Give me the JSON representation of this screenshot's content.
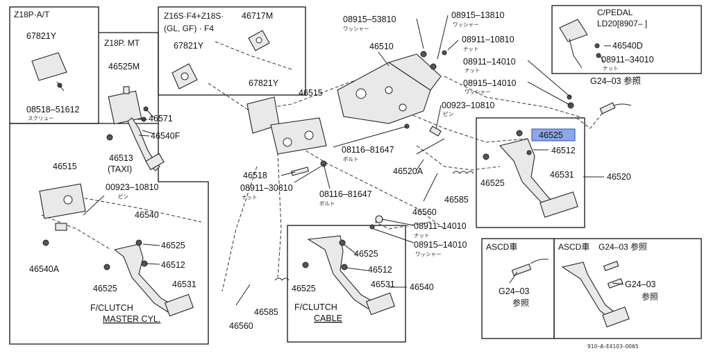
{
  "boxes": {
    "z18p_at": "Z18P·A/T",
    "z18p_mt": "Z18P. MT",
    "z16s_line1": "Z16S·F4+Z18S·",
    "z16s_line2": "(GL, GF) · F4",
    "c_pedal_line1": "C/PEDAL",
    "c_pedal_line2": "LD20[8907–    ]",
    "asc_a": "ASCD車",
    "asc_b": "ASCD車",
    "g24_ref_top": "G24–03 参照",
    "g24_ref_b": "G24–03 参照",
    "g24_a": "G24–03",
    "g24_a_ref": "参照",
    "g24_b2": "G24–03",
    "g24_b2_ref": "参照"
  },
  "parts": {
    "p67821y_at": "67821Y",
    "p08518": "08518–51612",
    "p08518_jp": "スクリュー",
    "p46525m": "46525M",
    "p46571": "46571",
    "p46540f": "46540F",
    "p46513": "46513",
    "p46513_taxi": "(TAXI)",
    "p46717m": "46717M",
    "p67821y_z16": "67821Y",
    "p67821y_mid": "67821Y",
    "p46515_mid": "46515",
    "p46515_left": "46515",
    "p00923_left": "00923–10810",
    "p00923_left_jp": "ピン",
    "p46540": "46540",
    "p46525_l1": "46525",
    "p46512_l": "46512",
    "p46525_l2": "46525",
    "p46531_l": "46531",
    "p46540a": "46540A",
    "f_clutch_l": "F/CLUTCH",
    "master_cyl": "MASTER CYL.",
    "p46518": "46518",
    "p08911_30810": "08911–30810",
    "p08911_30810_jp": "ナット",
    "p08116_a": "08116–81647",
    "p08116_a_jp": "ボルト",
    "p08116_b": "08116–81647",
    "p08116_b_jp": "ボルト",
    "p08915_53810": "08915–53810",
    "p08915_53810_jp": "ワッシャー",
    "p46510": "46510",
    "p08915_13810": "08915–13810",
    "p08915_13810_jp": "ワッシャー",
    "p08911_10810": "08911–10810",
    "p08911_10810_jp": "ナット",
    "p08911_14010_a": "08911–14010",
    "p08911_14010_a_jp": "ナット",
    "p08915_14010_a": "08915–14010",
    "p08915_14010_a_jp": "ワッシャー",
    "p00923_mid": "00923–10810",
    "p00923_mid_jp": "ピン",
    "p46520a": "46520A",
    "p46585_a": "46585",
    "p46560_a": "46560",
    "p08911_14010_b": "08911–14010",
    "p08911_14010_b_jp": "ナット",
    "p08915_14010_b": "08915–14010",
    "p08915_14010_b_jp": "ワッシャー",
    "p46525_hl": "46525",
    "p46512_r": "46512",
    "p46525_r": "46525",
    "p46531_r": "46531",
    "p46520": "46520",
    "p46540d": "46540D",
    "p08911_34010": "08911–34010",
    "p08911_34010_jp": "ナット",
    "p46525_c1": "46525",
    "p46512_c": "46512",
    "p46525_c2": "46525",
    "p46531_c": "46531",
    "p46540_c": "46540",
    "p46585_b": "46585",
    "p46560_b": "46560",
    "f_clutch_c": "F/CLUTCH",
    "cable": "CABLE"
  },
  "footer_code": "910–A–E4103–0065",
  "highlight_color": "#8ea7e8"
}
